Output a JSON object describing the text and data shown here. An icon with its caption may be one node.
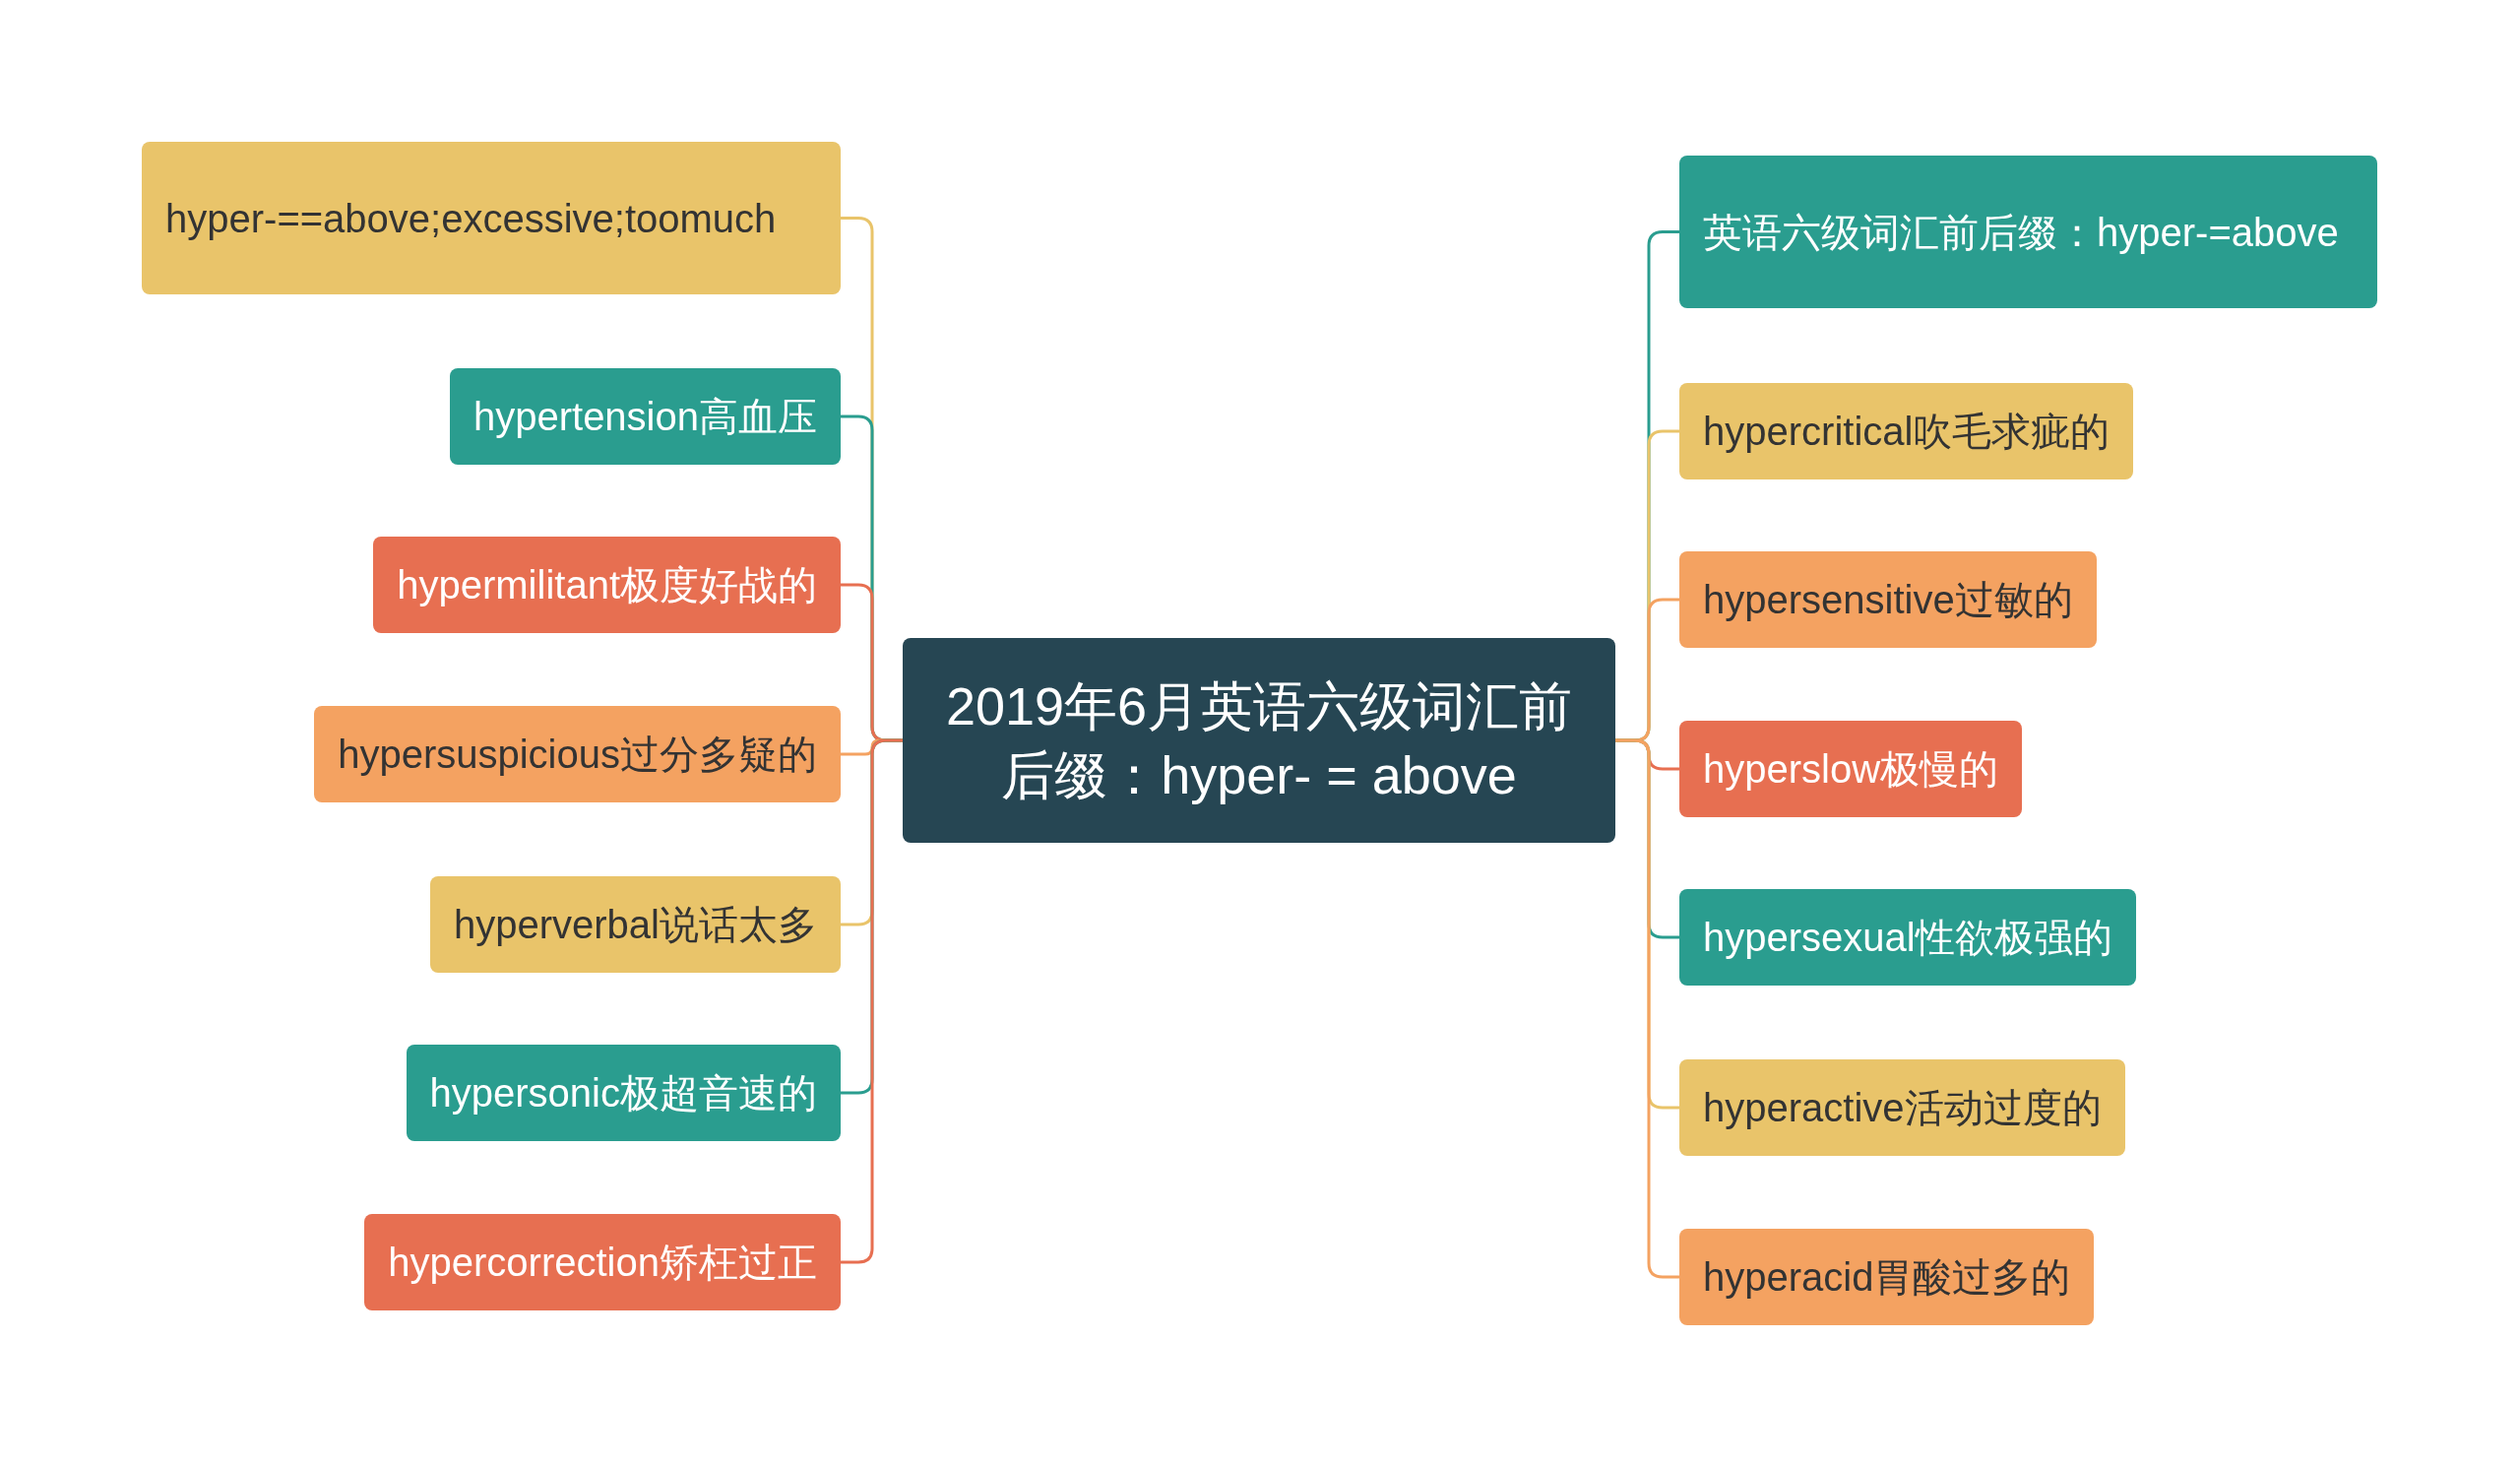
{
  "diagram": {
    "nodes": [
      {
        "text": [
          "2019年6月英语六级词汇前后缀：hyper- = above"
        ]
      },
      {
        "text": [
          "hyper-==above;excessive;toomuch"
        ]
      },
      {
        "text": [
          "hypertension高血压"
        ]
      },
      {
        "text": [
          "hypermilitant极度好战的"
        ]
      },
      {
        "text": [
          "hypersuspicious过分多疑的"
        ]
      },
      {
        "text": [
          "hyperverbal说话太多"
        ]
      },
      {
        "text": [
          "hypersonic极超音速的"
        ]
      },
      {
        "text": [
          "hypercorrection矫枉过正"
        ]
      },
      {
        "text": [
          "英语六级词汇前后缀：hyper-=above"
        ]
      },
      {
        "text": [
          "hypercritical吹毛求疵的"
        ]
      },
      {
        "text": [
          "hypersensitive过敏的"
        ]
      },
      {
        "text": [
          "hyperslow极慢的"
        ]
      },
      {
        "text": [
          "hypersexual性欲极强的"
        ]
      },
      {
        "text": [
          "hyperactive活动过度的"
        ]
      },
      {
        "text": [
          "hyperacid胃酸过多的"
        ]
      }
    ],
    "edges": [
      {
        "from": 0,
        "to": 1,
        "arrow": "none",
        "color": "#e9c46a"
      },
      {
        "from": 0,
        "to": 2,
        "arrow": "none",
        "color": "#2a9d8f"
      },
      {
        "from": 0,
        "to": 3,
        "arrow": "none",
        "color": "#e76f51"
      },
      {
        "from": 0,
        "to": 4,
        "arrow": "none",
        "color": "#f4a261"
      },
      {
        "from": 0,
        "to": 5,
        "arrow": "none",
        "color": "#e9c46a"
      },
      {
        "from": 0,
        "to": 6,
        "arrow": "none",
        "color": "#2a9d8f"
      },
      {
        "from": 0,
        "to": 7,
        "arrow": "none",
        "color": "#e76f51"
      },
      {
        "from": 0,
        "to": 8,
        "arrow": "none",
        "color": "#2a9d8f"
      },
      {
        "from": 0,
        "to": 9,
        "arrow": "none",
        "color": "#e9c46a"
      },
      {
        "from": 0,
        "to": 10,
        "arrow": "none",
        "color": "#f4a261"
      },
      {
        "from": 0,
        "to": 11,
        "arrow": "none",
        "color": "#e76f51"
      },
      {
        "from": 0,
        "to": 12,
        "arrow": "none",
        "color": "#2a9d8f"
      },
      {
        "from": 0,
        "to": 13,
        "arrow": "none",
        "color": "#e9c46a"
      },
      {
        "from": 0,
        "to": 14,
        "arrow": "none",
        "color": "#f4a261"
      }
    ]
  }
}
